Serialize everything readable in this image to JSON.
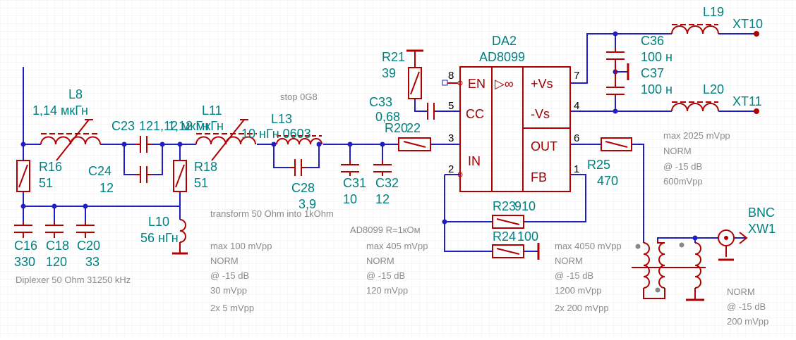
{
  "components": {
    "L8": {
      "ref": "L8",
      "value": "1,14 мкГн"
    },
    "C23": {
      "ref": "C23",
      "value": "121,12 мкГн"
    },
    "L11": {
      "ref": "L11",
      "value": "1,12 мкГн"
    },
    "L13": {
      "ref": "L13",
      "value": "10 нГн 0603"
    },
    "C24": {
      "ref": "C24",
      "value": "12"
    },
    "R16": {
      "ref": "R16",
      "value": "51"
    },
    "R18": {
      "ref": "R18",
      "value": "51"
    },
    "L10": {
      "ref": "L10",
      "value": "56 нГн"
    },
    "C16": {
      "ref": "C16",
      "value": "330"
    },
    "C18": {
      "ref": "C18",
      "value": "120"
    },
    "C20": {
      "ref": "C20",
      "value": "33"
    },
    "C28": {
      "ref": "C28",
      "value": "3,9"
    },
    "C31": {
      "ref": "C31",
      "value": "10"
    },
    "C32": {
      "ref": "C32",
      "value": "12"
    },
    "R21": {
      "ref": "R21",
      "value": "39"
    },
    "C33": {
      "ref": "C33",
      "value": "0,68"
    },
    "R20": {
      "ref": "R20",
      "value": "22"
    },
    "DA2": {
      "ref": "DA2",
      "value": "AD8099"
    },
    "R23": {
      "ref": "R23",
      "value": "910"
    },
    "R24": {
      "ref": "R24",
      "value": "100"
    },
    "R25": {
      "ref": "R25",
      "value": "470"
    },
    "C36": {
      "ref": "C36",
      "value": "100 н"
    },
    "C37": {
      "ref": "C37",
      "value": "100 н"
    },
    "L19": {
      "ref": "L19"
    },
    "L20": {
      "ref": "L20"
    },
    "XT10": {
      "ref": "XT10"
    },
    "XT11": {
      "ref": "XT11"
    },
    "XW1": {
      "ref": "BNC",
      "value": "XW1"
    }
  },
  "ic": {
    "pins_left": [
      "EN",
      "CC",
      "IN"
    ],
    "pins_right": [
      "+Vs",
      "-Vs",
      "OUT",
      "FB"
    ],
    "pin_numbers": [
      "8",
      "5",
      "3",
      "2",
      "7",
      "4",
      "6",
      "1"
    ],
    "buffer_symbol": "▷∞"
  },
  "notes": {
    "stop": "stop 0G8",
    "transform": "transform 50 Ohm into 1kOhm",
    "ad_r": "AD8099 R=1кОм",
    "diplexer": "Diplexer 50 Ohm 31250 kHz",
    "block1": [
      "max 100 mVpp",
      "NORM",
      "@ -15 dB",
      "30 mVpp",
      "2x 5 mVpp"
    ],
    "block2": [
      "max 405 mVpp",
      "NORM",
      "@ -15 dB",
      "120 mVpp"
    ],
    "block3": [
      "max 4050 mVpp",
      "NORM",
      "@ -15 dB",
      "1200 mVpp",
      "2x 200 mVpp"
    ],
    "block4": [
      "max 2025 mVpp",
      "NORM",
      "@ -15 dB",
      "600mVpp"
    ],
    "block5": [
      "NORM",
      "@ -15 dB",
      "200 mVpp"
    ]
  },
  "colors": {
    "wire": "#1f1fbf",
    "component": "#b00000",
    "label": "#008080",
    "note": "#8a8a8a"
  }
}
